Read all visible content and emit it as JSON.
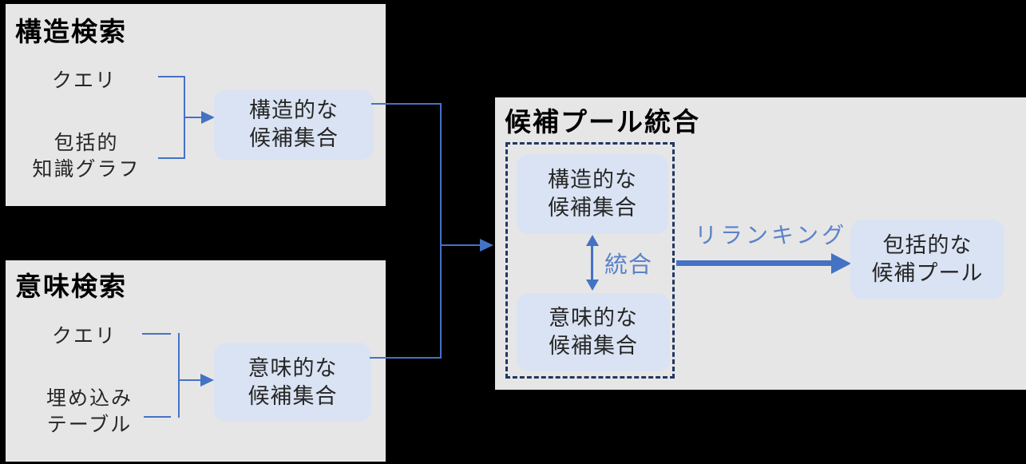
{
  "structural_search": {
    "title": "構造検索",
    "query_label": "クエリ",
    "knowledge_graph_label": "包括的\n知識グラフ",
    "candidates_box": "構造的な\n候補集合"
  },
  "semantic_search": {
    "title": "意味検索",
    "query_label": "クエリ",
    "embedding_table_label": "埋め込み\nテーブル",
    "candidates_box": "意味的な\n候補集合"
  },
  "pool_integration": {
    "title": "候補プール統合",
    "structural_candidates_box": "構造的な\n候補集合",
    "merge_label": "統合",
    "semantic_candidates_box": "意味的な\n候補集合",
    "rerank_label": "リランキング",
    "output_box": "包括的な\n候補プール"
  },
  "colors": {
    "accent_blue": "#4472c4",
    "panel_background": "#e7e6e6",
    "candidate_box_background": "#dae3f3",
    "dashed_border": "#1f3864",
    "blue_label_text": "#5b82ca",
    "canvas_background": "#000000",
    "title_text": "#000000",
    "body_text": "#262626"
  }
}
